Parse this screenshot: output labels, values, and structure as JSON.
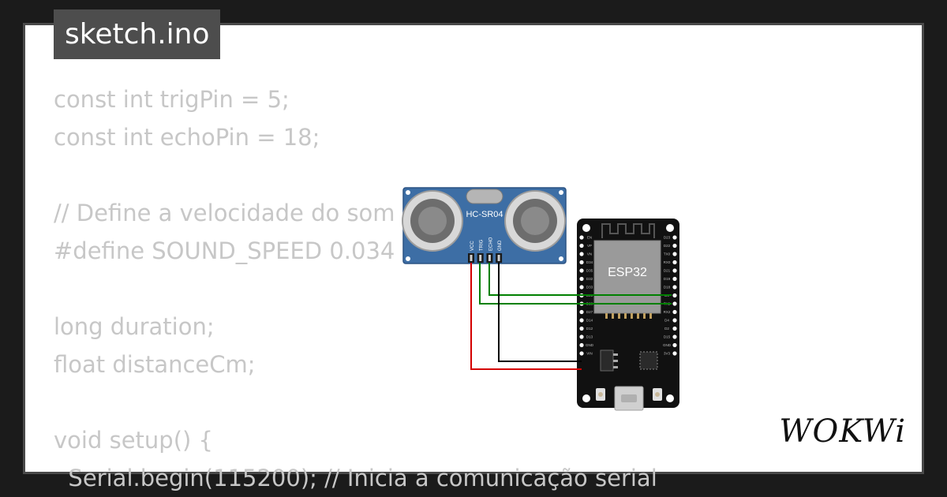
{
  "tab": {
    "filename": "sketch.ino"
  },
  "code": {
    "lines": [
      "const int trigPin = 5;",
      "const int echoPin = 18;",
      "",
      "// Define a velocidade do som em cm/uS",
      "#define SOUND_SPEED 0.034",
      "",
      "long duration;",
      "float distanceCm;",
      "",
      "void setup() {",
      "  Serial.begin(115200); // Inicia a comunicação serial"
    ]
  },
  "sensor": {
    "label": "HC-SR04",
    "pins": [
      "VCC",
      "TRIG",
      "ECHO",
      "GND"
    ]
  },
  "board": {
    "label": "ESP32",
    "left_pins": [
      "EN",
      "VP",
      "VN",
      "D34",
      "D35",
      "D32",
      "D33",
      "D25",
      "D26",
      "D27",
      "D14",
      "D12",
      "D13",
      "GND",
      "VIN"
    ],
    "right_pins": [
      "D23",
      "D22",
      "TX0",
      "RX0",
      "D21",
      "D19",
      "D18",
      "D5",
      "TX2",
      "RX2",
      "D4",
      "D2",
      "D15",
      "GND",
      "3V3"
    ]
  },
  "brand": {
    "logo": "WOKWi"
  },
  "colors": {
    "code_text": "#c7c7c7",
    "tab_bg": "#4d4d4d",
    "sensor_board": "#3d6ea5",
    "esp_board": "#111111",
    "wire_power": "#d40000",
    "wire_ground": "#000000",
    "wire_signal": "#008000"
  }
}
